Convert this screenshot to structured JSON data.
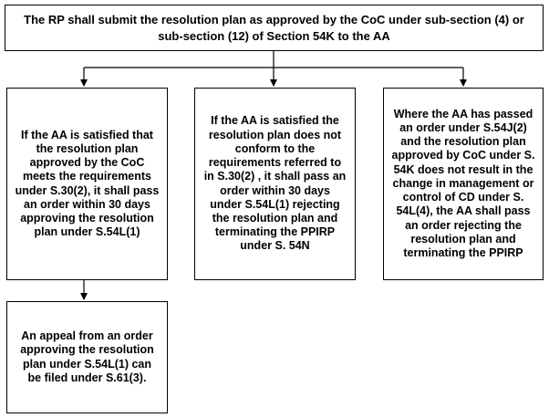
{
  "nodes": {
    "top": "The RP shall submit the resolution plan as approved by the CoC under sub-section (4) or sub-section (12) of Section 54K to the AA",
    "left": "If the AA is satisfied that the resolution plan approved by the CoC meets the requirements under S.30(2), it shall pass an order within 30 days approving the resolution plan under S.54L(1)",
    "middle": "If the AA is satisfied the resolution plan does not conform to the requirements referred to in S.30(2) , it shall pass an order within 30 days under S.54L(1) rejecting the resolution plan and terminating the PPIRP under S. 54N",
    "right": "Where the AA has passed an order under S.54J(2) and the resolution plan approved by CoC under S. 54K does not result in the change in management or control of CD under S. 54L(4), the AA shall pass an order rejecting the resolution plan and terminating the PPIRP",
    "bottom": "An appeal from an order approving the resolution plan under S.54L(1) can be filed under S.61(3)."
  },
  "edges": [
    {
      "from": "top",
      "to": "left"
    },
    {
      "from": "top",
      "to": "middle"
    },
    {
      "from": "top",
      "to": "right"
    },
    {
      "from": "left",
      "to": "bottom"
    }
  ]
}
